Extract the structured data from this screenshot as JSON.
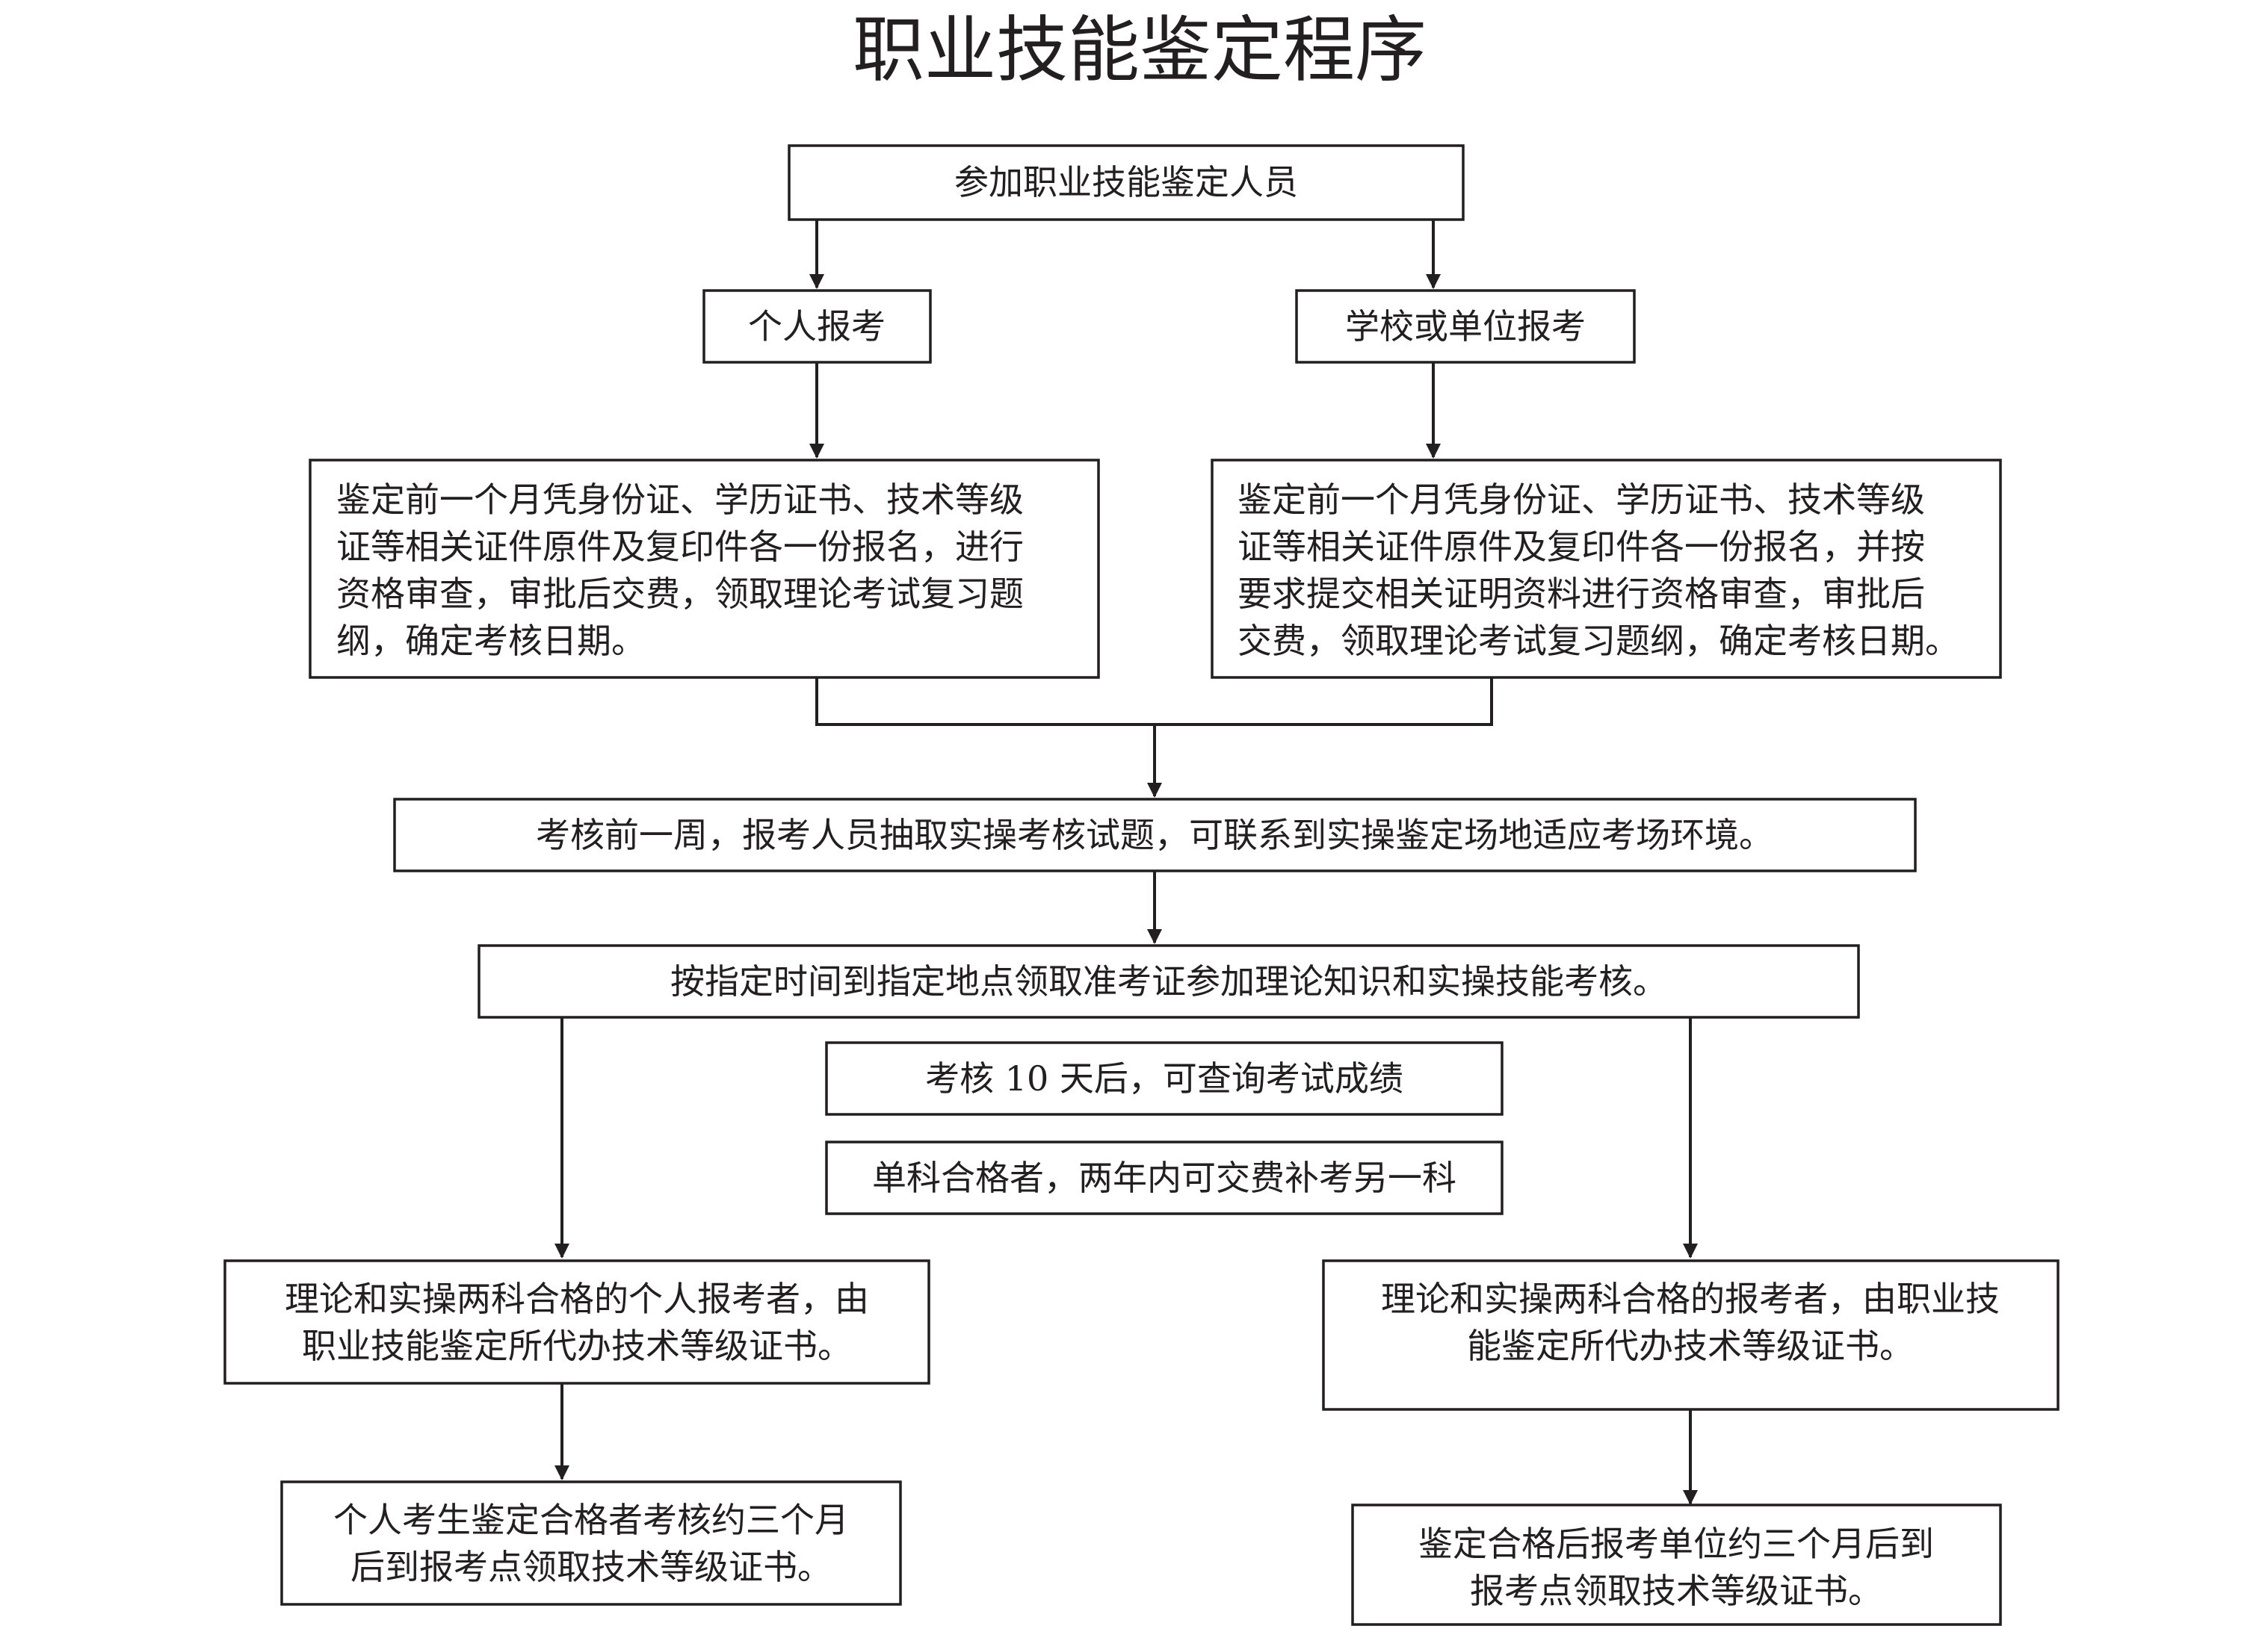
{
  "title": "职业技能鉴定程序",
  "nodes": {
    "start": "参加职业技能鉴定人员",
    "personal_apply": "个人报考",
    "org_apply": "学校或单位报考",
    "personal_review": [
      "鉴定前一个月凭身份证、学历证书、技术等级",
      "证等相关证件原件及复印件各一份报名，进行",
      "资格审查，审批后交费，领取理论考试复习题",
      "纲，确定考核日期。"
    ],
    "org_review": [
      "鉴定前一个月凭身份证、学历证书、技术等级",
      "证等相关证件原件及复印件各一份报名，并按",
      "要求提交相关证明资料进行资格审查，审批后",
      "交费，领取理论考试复习题纲，确定考核日期。"
    ],
    "week_before": "考核前一周，报考人员抽取实操考核试题，可联系到实操鉴定场地适应考场环境。",
    "exam": "按指定时间到指定地点领取准考证参加理论知识和实操技能考核。",
    "score_note": "考核 10 天后，可查询考试成绩",
    "retake_note": "单科合格者，两年内可交费补考另一科",
    "personal_pass": [
      "理论和实操两科合格的个人报考者，由",
      "职业技能鉴定所代办技术等级证书。"
    ],
    "org_pass": [
      "理论和实操两科合格的报考者，由职业技",
      "能鉴定所代办技术等级证书。"
    ],
    "personal_cert": [
      "个人考生鉴定合格者考核约三个月",
      "后到报考点领取技术等级证书。"
    ],
    "org_cert": [
      "鉴定合格后报考单位约三个月后到",
      "报考点领取技术等级证书。"
    ]
  },
  "colors": {
    "line": "#231f20",
    "text": "#231f20",
    "background": "#ffffff"
  }
}
